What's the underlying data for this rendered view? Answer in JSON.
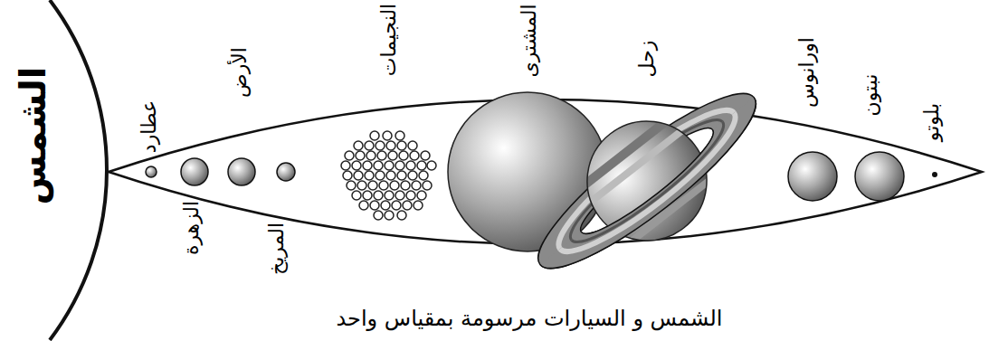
{
  "diagram": {
    "caption": "الشمس و السيارات مرسومة بمقياس واحد",
    "labels": [
      "الشمس",
      "عطارد",
      "الزهرة",
      "الأرض",
      "المريخ",
      "النجيمات",
      "المشترى",
      "زحل",
      "اورانوس",
      "نبتون",
      "بلوتو"
    ]
  }
}
